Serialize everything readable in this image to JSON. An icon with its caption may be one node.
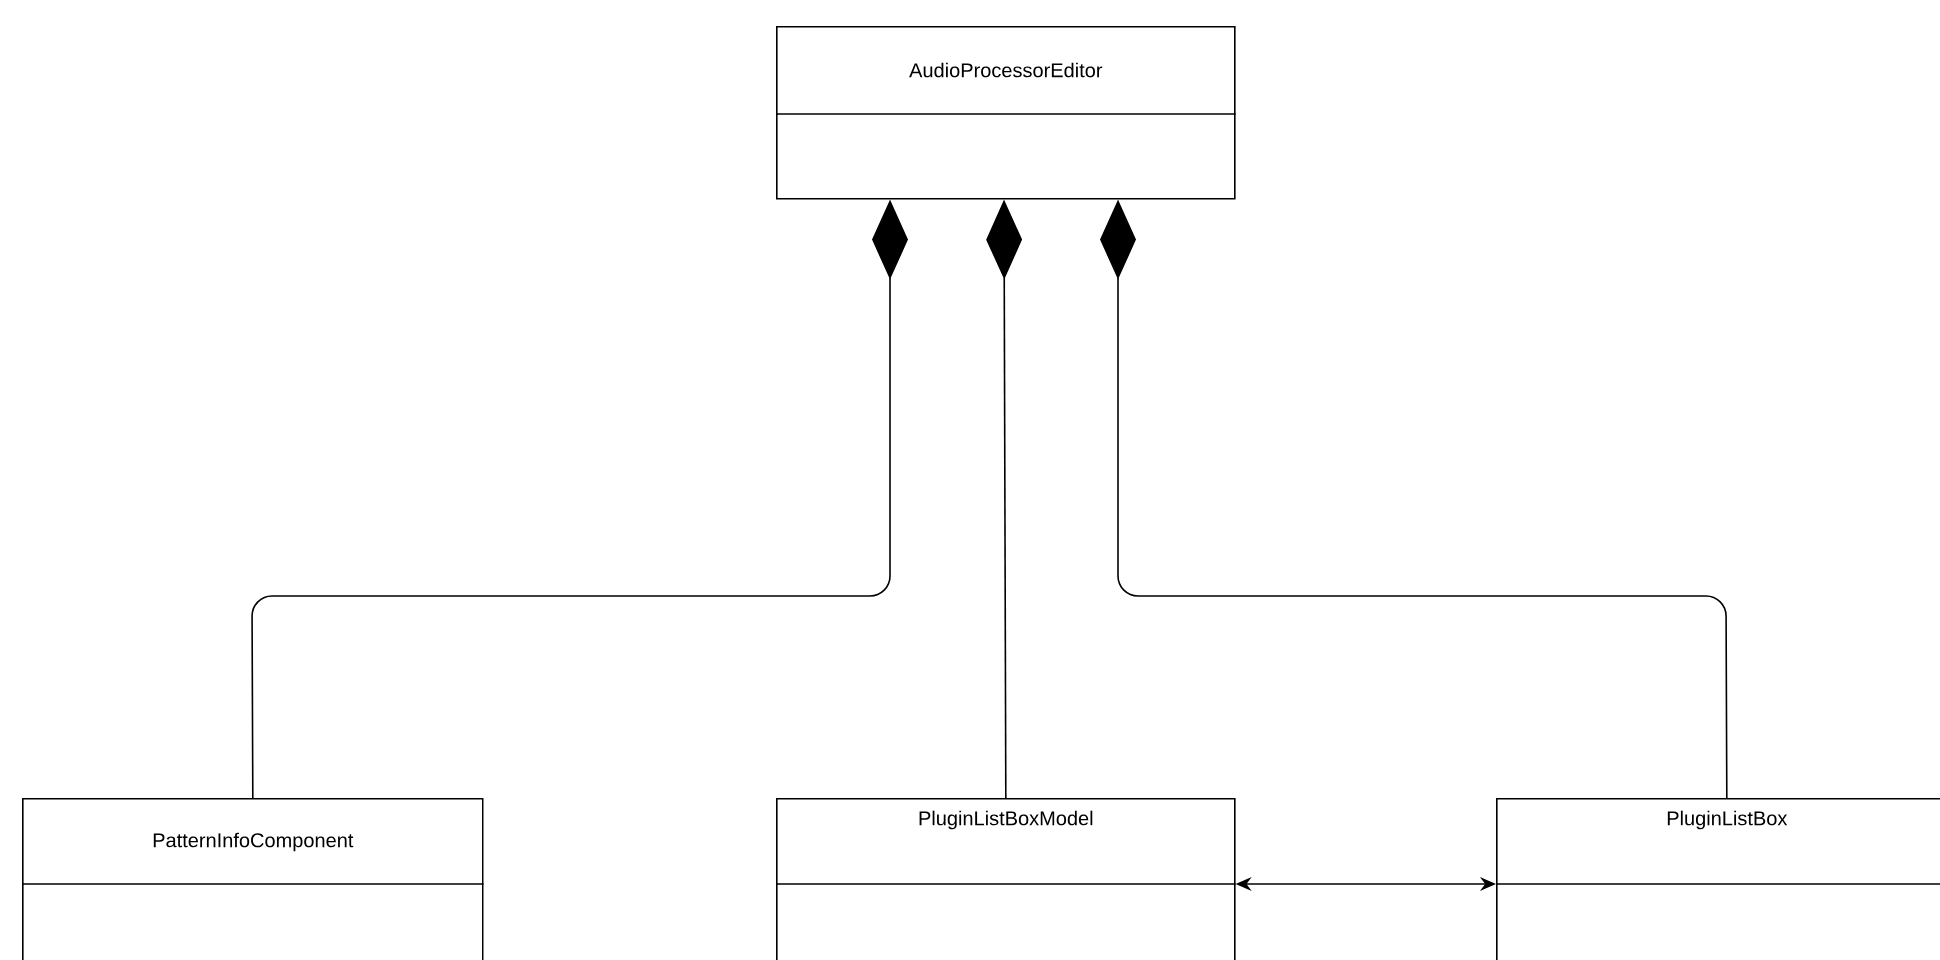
{
  "diagram": {
    "nodes": [
      {
        "text": [
          "AudioProcessorEditor"
        ]
      },
      {
        "text": [
          "PatternInfoComponent"
        ]
      },
      {
        "text": [
          "PluginListBoxModel"
        ]
      },
      {
        "text": [
          "PluginListBox"
        ]
      }
    ],
    "edges": [
      {
        "from": 1,
        "to": 0,
        "arrow": "other"
      },
      {
        "from": 2,
        "to": 0,
        "arrow": "other"
      },
      {
        "from": 3,
        "to": 0,
        "arrow": "other"
      },
      {
        "from": 2,
        "to": 3,
        "arrow": "both"
      }
    ]
  }
}
